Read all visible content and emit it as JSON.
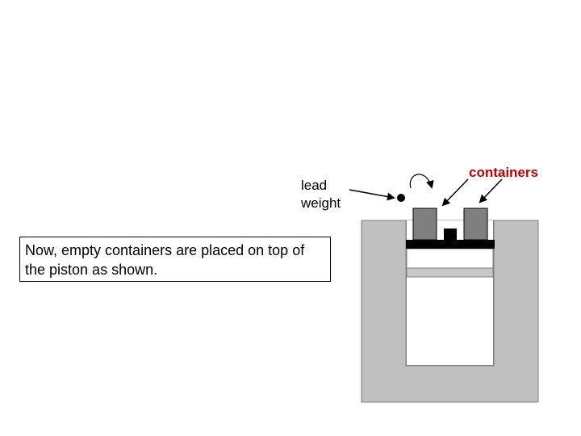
{
  "labels": {
    "lead_line1": "lead",
    "lead_line2": "weight",
    "containers": "containers"
  },
  "caption": "Now, empty containers are placed on top of the piston as shown.",
  "colors": {
    "containers_label": "#c00000",
    "cylinder_wall": "#c0c0c0",
    "piston_band": "#c8c8c8",
    "container": "#7f7f7f",
    "piston_plate": "#000000"
  }
}
